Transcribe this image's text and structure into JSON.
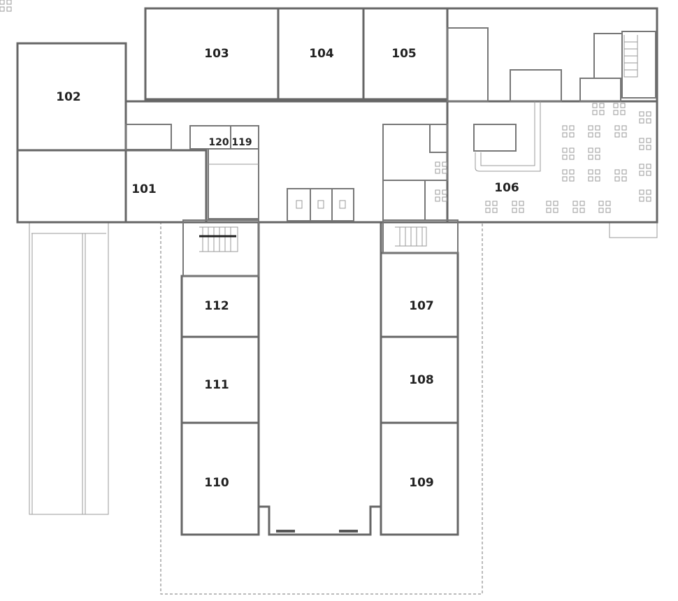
{
  "floor_plan": {
    "rooms": {
      "r101": "101",
      "r102": "102",
      "r103": "103",
      "r104": "104",
      "r105": "105",
      "r106": "106",
      "r107": "107",
      "r108": "108",
      "r109": "109",
      "r110": "110",
      "r111": "111",
      "r112": "112",
      "r119": "119",
      "r120": "120"
    }
  }
}
